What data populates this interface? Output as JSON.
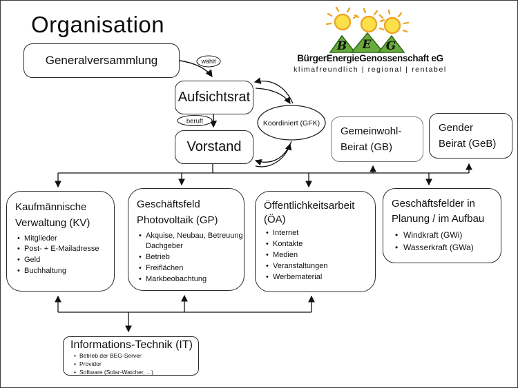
{
  "page": {
    "title": "Organisation"
  },
  "logo": {
    "letters": [
      "B",
      "E",
      "G"
    ],
    "name": "BürgerEnergieGenossenschaft eG",
    "tagline": "klimafreundlich | regional | rentabel",
    "colors": {
      "name_green": "#4a8c3f",
      "tagline_green": "#94bf7d",
      "sun_yellow": "#fbe049",
      "sun_orange": "#eda428",
      "mountain_green": "#6aaa3c"
    }
  },
  "edge_labels": {
    "waehlt": "wählt",
    "beruft": "beruft"
  },
  "nodes": {
    "generalversammlung": {
      "label": "Generalversammlung"
    },
    "aufsichtsrat": {
      "label": "Aufsichtsrat"
    },
    "vorstand": {
      "label": "Vorstand"
    },
    "koordiniert": {
      "label": "Koordiniert (GFK)"
    },
    "gemeinwohl": {
      "label": "Gemeinwohl-\nBeirat (GB)"
    },
    "gender": {
      "label": "Gender\nBeirat (GeB)"
    },
    "kv": {
      "title": "Kaufmännische\nVerwaltung  (KV)",
      "bullets": [
        "Mitglieder",
        "Post- + E-Mailadresse",
        "Geld",
        "Buchhaltung"
      ]
    },
    "gp": {
      "title": "Geschäftsfeld\nPhotovoltaik (GP)",
      "bullets": [
        "Akquise, Neubau, Betreuung  Dachgeber",
        "Betrieb",
        "Freiflächen",
        "Markbeobachtung"
      ]
    },
    "oa": {
      "title": "Öffentlichkeitsarbeit\n(ÖA)",
      "bullets": [
        "Internet",
        "Kontakte",
        "Medien",
        "Veranstaltungen",
        "Werbematerial"
      ]
    },
    "gfp": {
      "title": "Geschäftsfelder in\nPlanung  / im Aufbau",
      "bullets": [
        "Windkraft (GWi)",
        "Wasserkraft (GWa)"
      ]
    },
    "it": {
      "title": "Informations-Technik  (IT)",
      "bullets": [
        "Betrieb der BEG-Server",
        "Providor",
        "Software (Solar-Watcher, ...)"
      ]
    }
  }
}
